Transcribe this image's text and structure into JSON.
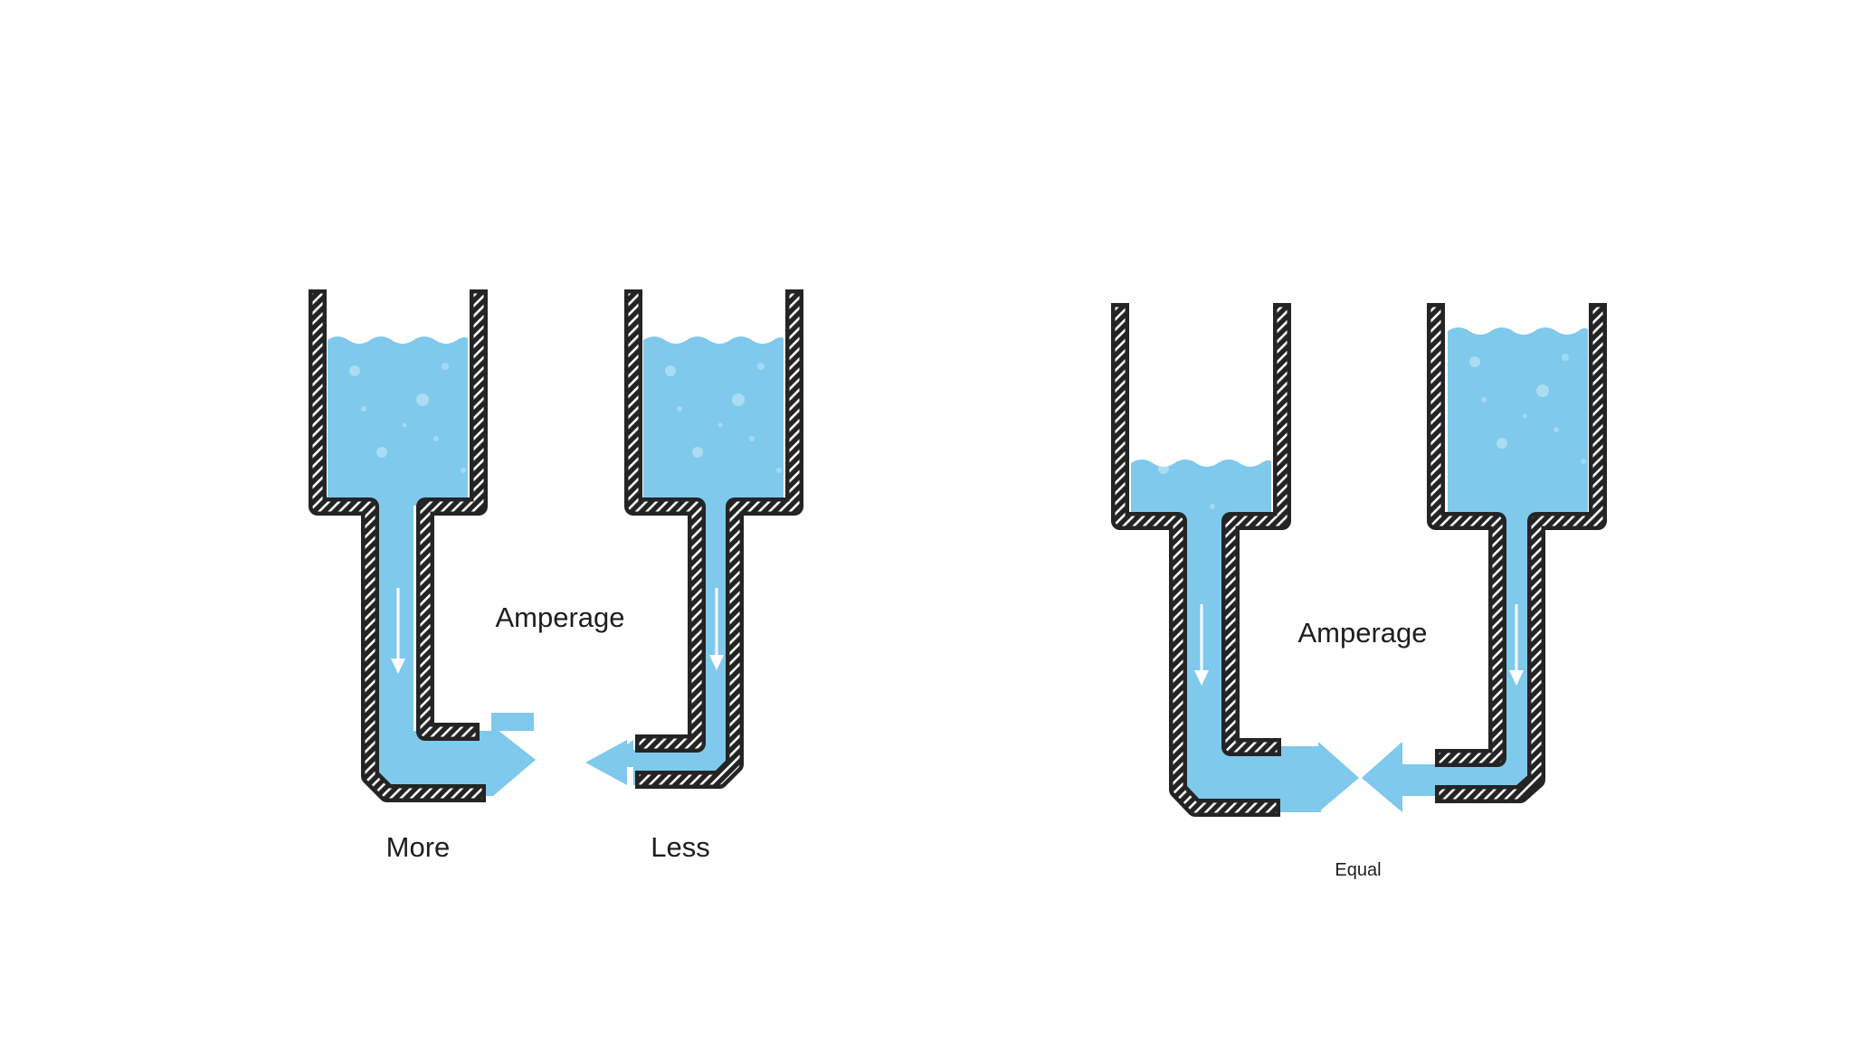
{
  "colors": {
    "water": "#7fc9ec",
    "wall": "#242424",
    "hatch": "#ffffff",
    "text": "#1e1e1e"
  },
  "left_diagram": {
    "center_label": "Amperage",
    "left_tank": {
      "label": "More",
      "flow_direction": "down-right",
      "water_level": "high"
    },
    "right_tank": {
      "label": "Less",
      "flow_direction": "down-left",
      "water_level": "high"
    }
  },
  "right_diagram": {
    "center_label": "Amperage",
    "bottom_label": "Equal",
    "left_tank": {
      "flow_direction": "down-right",
      "water_level": "low"
    },
    "right_tank": {
      "flow_direction": "down-left",
      "water_level": "high"
    }
  }
}
